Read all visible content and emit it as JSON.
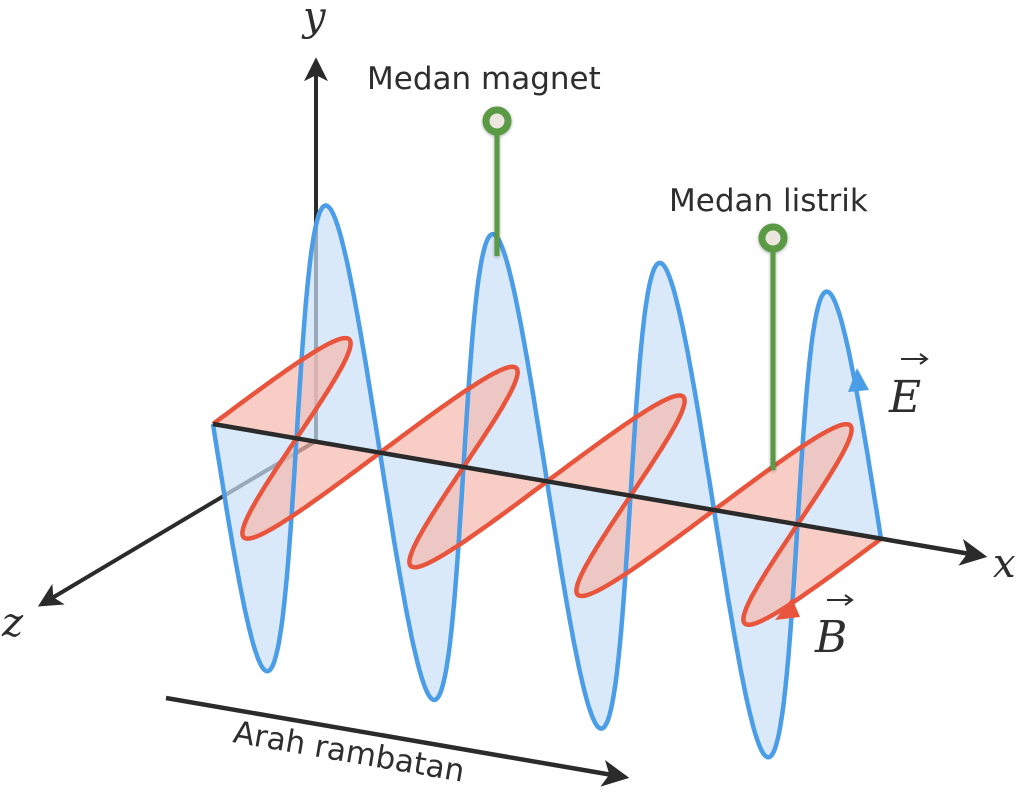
{
  "diagram": {
    "title": "Gelombang elektromagnetik",
    "axes": {
      "x_label": "x",
      "y_label": "y",
      "z_label": "z"
    },
    "labels": {
      "magnetic_field": "Medan magnet",
      "electric_field": "Medan listrik",
      "propagation": "Arah rambatan",
      "e_vector": "E",
      "b_vector": "B"
    },
    "waves": {
      "periods": 4,
      "electric": {
        "name": "E",
        "plane": "xy",
        "stroke": "#4a9de6",
        "fill": "#c9e0f6"
      },
      "magnetic": {
        "name": "B",
        "plane": "xz",
        "stroke": "#e8553c",
        "fill": "#f4b8ae"
      }
    },
    "colors": {
      "axis": "#2b2b2b",
      "marker": "#5a9a45",
      "marker_center": "#ede6df",
      "text": "#2e2e2e"
    }
  }
}
